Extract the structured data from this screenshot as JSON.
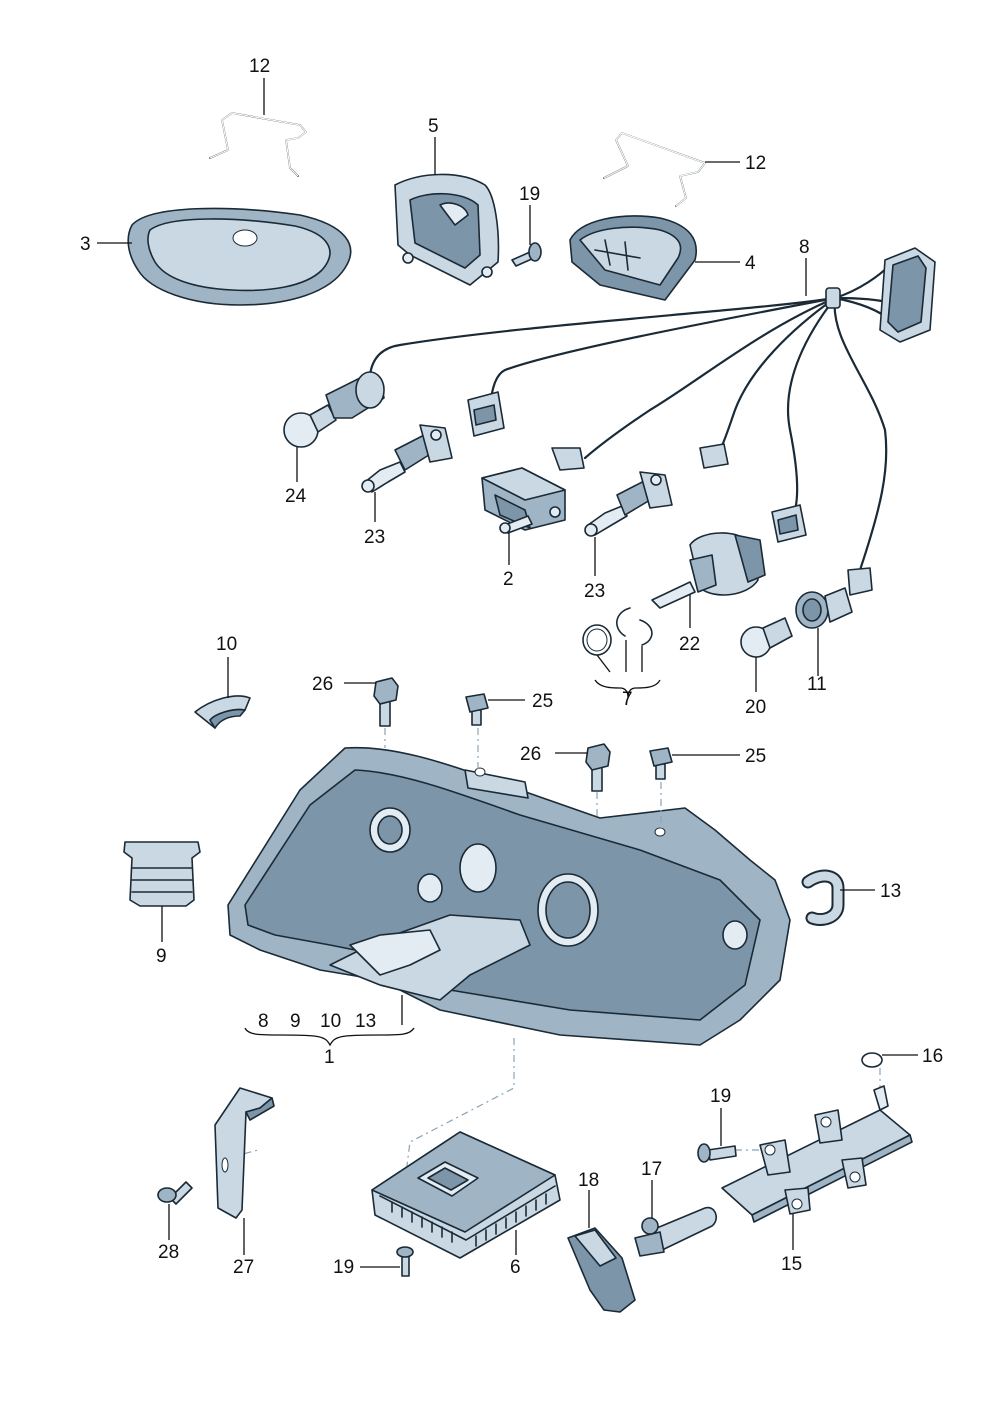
{
  "parts": {
    "p1": "1",
    "p2": "2",
    "p3": "3",
    "p4": "4",
    "p5": "5",
    "p6": "6",
    "p7": "7",
    "p8": "8",
    "p9": "9",
    "p10": "10",
    "p11": "11",
    "p12a": "12",
    "p12b": "12",
    "p13": "13",
    "p15": "15",
    "p16": "16",
    "p17": "17",
    "p18": "18",
    "p19a": "19",
    "p19b": "19",
    "p19c": "19",
    "p20": "20",
    "p22": "22",
    "p23a": "23",
    "p23b": "23",
    "p24": "24",
    "p25a": "25",
    "p25b": "25",
    "p26a": "26",
    "p26b": "26",
    "p27": "27",
    "p28": "28"
  },
  "group1": {
    "a": "8",
    "b": "9",
    "c": "10",
    "d": "13"
  }
}
